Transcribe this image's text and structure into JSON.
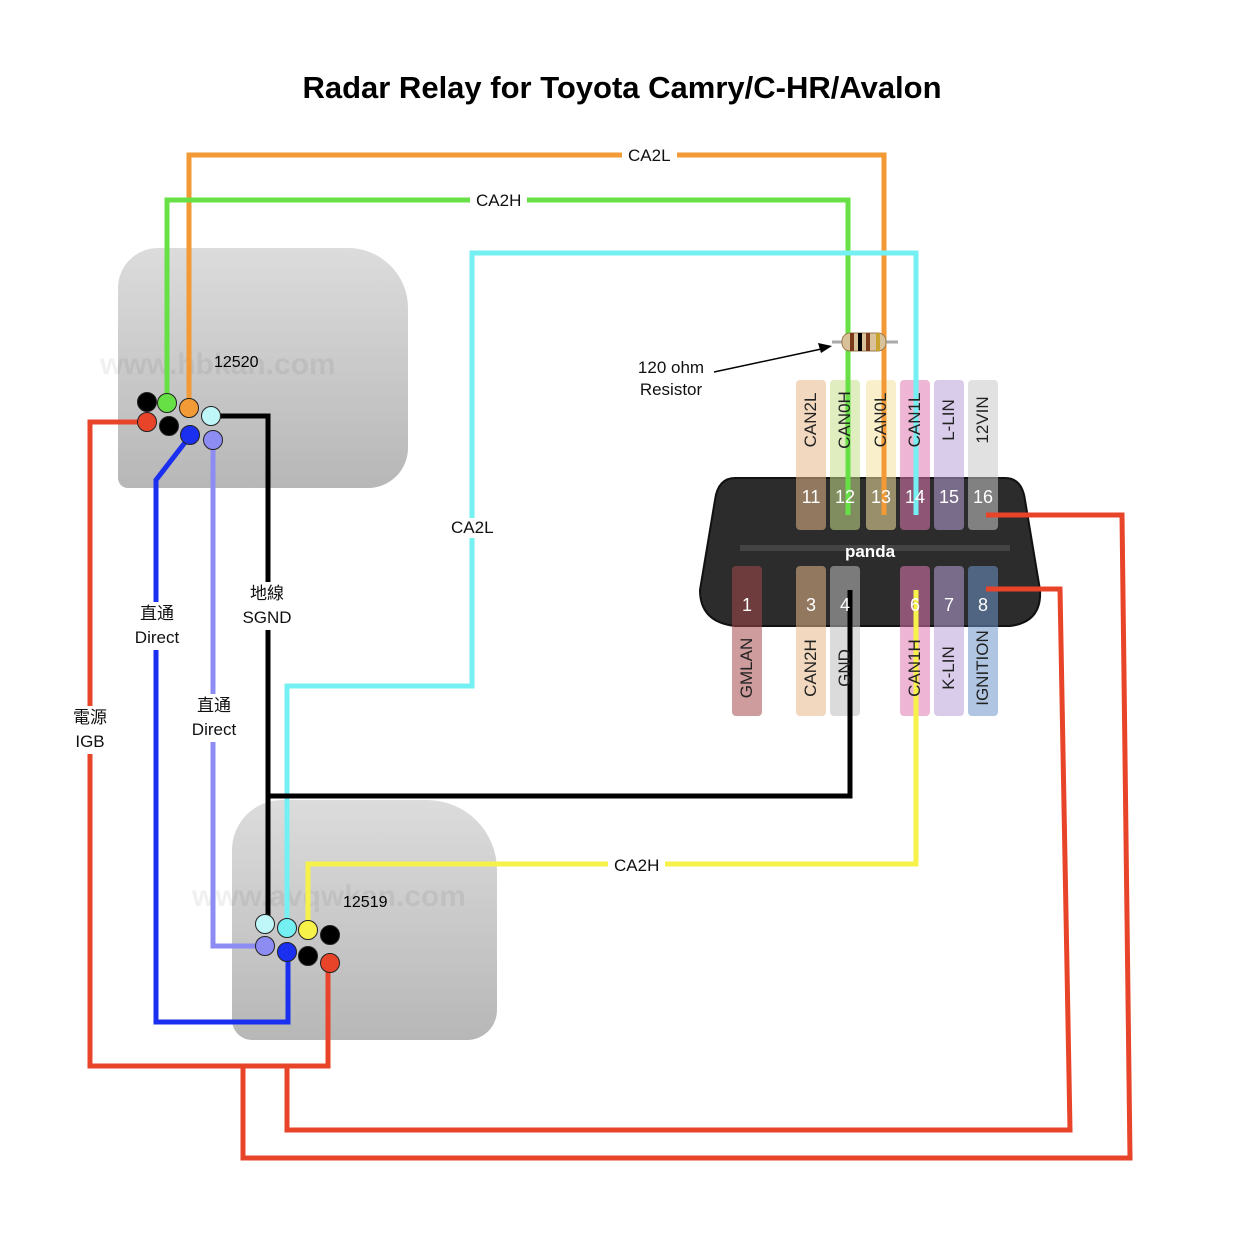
{
  "title": "Radar Relay for Toyota Camry/C-HR/Avalon",
  "wire_labels": {
    "top_orange": "CA2L",
    "top_green": "CA2H",
    "cyan_mid": "CA2L",
    "yellow": "CA2H"
  },
  "resistor_label": {
    "line1": "120 ohm",
    "line2": "Resistor"
  },
  "connectors": {
    "upper": "12520",
    "lower": "12519"
  },
  "wire_notes": {
    "power_cn": "電源",
    "power_en": "IGB",
    "direct1_cn": "直通",
    "direct1_en": "Direct",
    "direct2_cn": "直通",
    "direct2_en": "Direct",
    "ground_cn": "地線",
    "ground_en": "SGND"
  },
  "panda_label": "panda",
  "watermarks": {
    "site1": "www.hbkan.com",
    "site2": "www.avqwkan.com"
  },
  "obd_top_pins": [
    {
      "num": "11",
      "name": "CAN2L",
      "color": "#e6b88a"
    },
    {
      "num": "12",
      "name": "CAN0H",
      "color": "#c6e08a"
    },
    {
      "num": "13",
      "name": "CAN0L",
      "color": "#f4e3a0"
    },
    {
      "num": "14",
      "name": "CAN1L",
      "color": "#e07ab0"
    },
    {
      "num": "15",
      "name": "L-LIN",
      "color": "#b9a0d9"
    },
    {
      "num": "16",
      "name": "12VIN",
      "color": "#c9c9c9"
    }
  ],
  "obd_bottom_pins": [
    {
      "num": "1",
      "name": "GMLAN",
      "color": "#a54a4a"
    },
    {
      "num": "3",
      "name": "CAN2H",
      "color": "#e6b88a"
    },
    {
      "num": "4",
      "name": "GND",
      "color": "#bdbdbd"
    },
    {
      "num": "6",
      "name": "CAN1H",
      "color": "#e07ab0"
    },
    {
      "num": "7",
      "name": "K-LIN",
      "color": "#b9a0d9"
    },
    {
      "num": "8",
      "name": "IGNITION",
      "color": "#6f95c9"
    }
  ],
  "colors": {
    "orange": "#f29a35",
    "green": "#66e044",
    "cyan": "#74f0f2",
    "red": "#e8442a",
    "blue": "#1a2ff0",
    "lavender": "#8d8cf2",
    "black": "#000000",
    "yellow": "#f6f24a"
  }
}
